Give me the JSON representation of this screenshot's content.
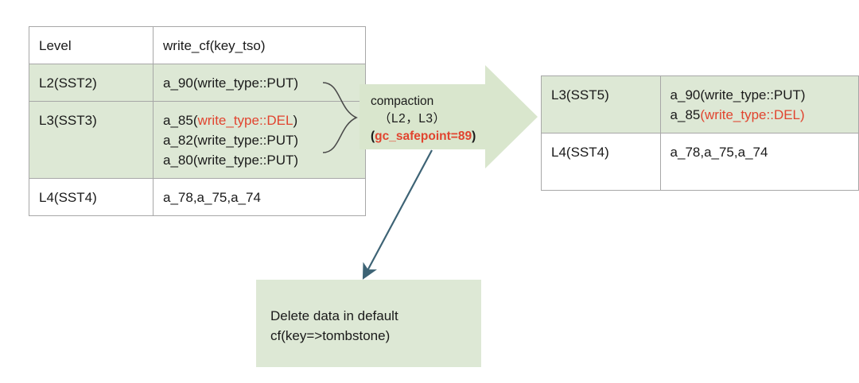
{
  "colors": {
    "green_fill": "#dde8d5",
    "arrow_fill": "#d9e6cd",
    "table_border": "#a7a7a7",
    "red_accent": "#e1442f",
    "text": "#1a1a1a",
    "connector_line": "#3d6375",
    "brace_line": "#4a4a4a"
  },
  "left_table": {
    "headers": {
      "level": "Level",
      "value": "write_cf(key_tso)"
    },
    "rows": [
      {
        "level": "L2(SST2)",
        "lines": [
          {
            "black_pre": "a_90(write_type::PUT)",
            "red": "",
            "black_post": ""
          }
        ],
        "highlight": true
      },
      {
        "level": "L3(SST3)",
        "lines": [
          {
            "black_pre": "a_85(",
            "red": "write_type::DEL",
            "black_post": ")"
          },
          {
            "black_pre": "a_82(write_type::PUT)",
            "red": "",
            "black_post": ""
          },
          {
            "black_pre": "a_80(write_type::PUT)",
            "red": "",
            "black_post": ""
          }
        ],
        "highlight": true
      },
      {
        "level": "L4(SST4)",
        "lines": [
          {
            "black_pre": "a_78,a_75,a_74",
            "red": "",
            "black_post": ""
          }
        ],
        "highlight": false
      }
    ]
  },
  "compaction": {
    "line1": "compaction",
    "line2": "（L2，L3）",
    "line3_open": "(",
    "line3_red": "gc_safepoint=89",
    "line3_close": ")"
  },
  "right_table": {
    "rows": [
      {
        "level": "L3(SST5)",
        "lines": [
          {
            "black_pre": "a_90(write_type::PUT)",
            "red": "",
            "black_post": ""
          },
          {
            "black_pre": "a_85",
            "red": "(write_type::DEL)",
            "black_post": ""
          }
        ],
        "highlight": true
      },
      {
        "level": "L4(SST4)",
        "lines": [
          {
            "black_pre": "a_78,a_75,a_74",
            "red": "",
            "black_post": ""
          }
        ],
        "highlight": false
      }
    ]
  },
  "delete_note": {
    "line1": "Delete data in default",
    "line2": "cf(key=>tombstone)"
  }
}
